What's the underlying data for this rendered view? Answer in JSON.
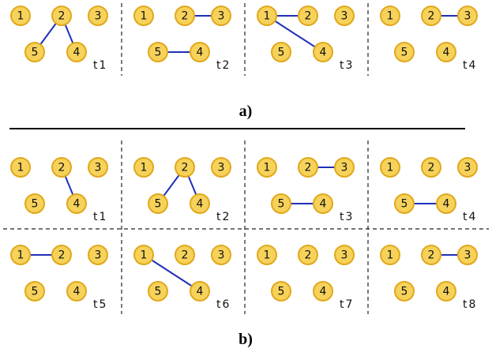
{
  "part_a": {
    "caption": "a)",
    "panels": [
      {
        "time_label": "t1",
        "edges": [
          [
            2,
            5
          ],
          [
            2,
            4
          ]
        ]
      },
      {
        "time_label": "t2",
        "edges": [
          [
            2,
            3
          ],
          [
            5,
            4
          ]
        ]
      },
      {
        "time_label": "t3",
        "edges": [
          [
            1,
            2
          ],
          [
            1,
            4
          ]
        ]
      },
      {
        "time_label": "t4",
        "edges": [
          [
            2,
            3
          ]
        ]
      }
    ]
  },
  "part_b": {
    "caption": "b)",
    "panels": [
      {
        "time_label": "t1",
        "edges": [
          [
            2,
            4
          ]
        ]
      },
      {
        "time_label": "t2",
        "edges": [
          [
            2,
            5
          ],
          [
            2,
            4
          ]
        ]
      },
      {
        "time_label": "t3",
        "edges": [
          [
            2,
            3
          ],
          [
            5,
            4
          ]
        ]
      },
      {
        "time_label": "t4",
        "edges": [
          [
            5,
            4
          ]
        ]
      },
      {
        "time_label": "t5",
        "edges": [
          [
            1,
            2
          ]
        ]
      },
      {
        "time_label": "t6",
        "edges": [
          [
            1,
            4
          ]
        ]
      },
      {
        "time_label": "t7",
        "edges": []
      },
      {
        "time_label": "t8",
        "edges": [
          [
            2,
            3
          ]
        ]
      }
    ]
  },
  "node_labels": [
    "1",
    "2",
    "3",
    "4",
    "5"
  ],
  "colors": {
    "node_fill": "#f7d25a",
    "node_stroke": "#e0a81c",
    "edge": "#1f2fb8"
  }
}
